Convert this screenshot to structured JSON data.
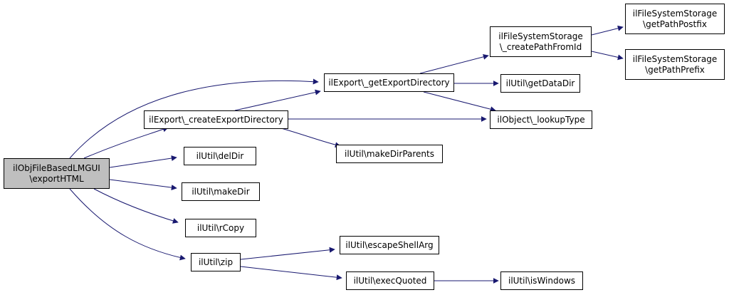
{
  "colors": {
    "edge": "#191970",
    "root_fill": "#bfbfbf",
    "node_fill": "#ffffff",
    "border": "#000000"
  },
  "nodes": {
    "root": {
      "line1": "ilObjFileBasedLMGUI",
      "line2": "\\exportHTML"
    },
    "createExportDirectory": {
      "line1": "ilExport\\_createExportDirectory"
    },
    "getExportDirectory": {
      "line1": "ilExport\\_getExportDirectory"
    },
    "createPathFromId": {
      "line1": "ilFileSystemStorage",
      "line2": "\\_createPathFromId"
    },
    "getPathPostfix": {
      "line1": "ilFileSystemStorage",
      "line2": "\\getPathPostfix"
    },
    "getPathPrefix": {
      "line1": "ilFileSystemStorage",
      "line2": "\\getPathPrefix"
    },
    "getDataDir": {
      "line1": "ilUtil\\getDataDir"
    },
    "lookupType": {
      "line1": "ilObject\\_lookupType"
    },
    "makeDirParents": {
      "line1": "ilUtil\\makeDirParents"
    },
    "delDir": {
      "line1": "ilUtil\\delDir"
    },
    "makeDir": {
      "line1": "ilUtil\\makeDir"
    },
    "rCopy": {
      "line1": "ilUtil\\rCopy"
    },
    "zip": {
      "line1": "ilUtil\\zip"
    },
    "escapeShellArg": {
      "line1": "ilUtil\\escapeShellArg"
    },
    "execQuoted": {
      "line1": "ilUtil\\execQuoted"
    },
    "isWindows": {
      "line1": "ilUtil\\isWindows"
    }
  }
}
